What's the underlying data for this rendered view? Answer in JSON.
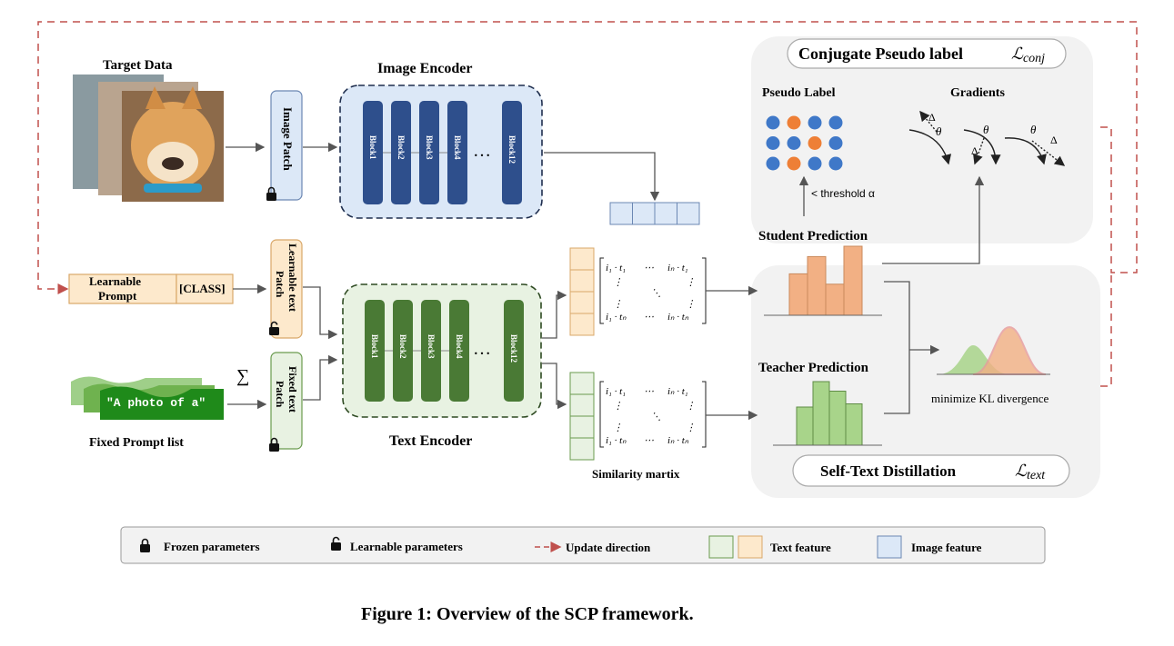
{
  "target_data": {
    "title": "Target Data"
  },
  "image_patch": {
    "label": "Image Patch"
  },
  "image_encoder": {
    "title": "Image Encoder",
    "blocks": [
      "Block1",
      "Block2",
      "Block3",
      "Block4",
      "Block12"
    ],
    "ellipsis": "…"
  },
  "prompt": {
    "learnable": "Learnable Prompt",
    "class_token": "[CLASS]"
  },
  "learnable_text_patch": {
    "label": "Learnable text Patch"
  },
  "fixed_prompt": {
    "text": "\"A photo of a\"",
    "caption": "Fixed Prompt list",
    "sum_symbol": "∑"
  },
  "fixed_text_patch": {
    "label": "Fixed text Patch"
  },
  "text_encoder": {
    "title": "Text Encoder",
    "blocks": [
      "Block1",
      "Block2",
      "Block3",
      "Block4",
      "Block12"
    ],
    "ellipsis": "…"
  },
  "similarity_matrix": {
    "caption": "Similarity martix"
  },
  "conjugate": {
    "title": "Conjugate Pseudo label",
    "loss": "ℒconj",
    "pseudo_label": "Pseudo Label",
    "gradients": "Gradients",
    "threshold": "< threshold α",
    "theta": "θ",
    "delta": "Δ",
    "dot_rows": [
      [
        "blue",
        "orange",
        "blue",
        "blue"
      ],
      [
        "blue",
        "blue",
        "orange",
        "blue"
      ],
      [
        "blue",
        "orange",
        "blue",
        "blue"
      ]
    ]
  },
  "student": {
    "title": "Student Prediction",
    "bars": [
      0.6,
      0.85,
      0.45,
      1.0
    ]
  },
  "teacher": {
    "title": "Teacher Prediction",
    "bars": [
      0.6,
      1.0,
      0.85,
      0.65
    ]
  },
  "distill": {
    "title": "Self-Text Distillation",
    "loss": "ℒtext",
    "kl_caption": "minimize KL divergence"
  },
  "legend": {
    "frozen": "Frozen parameters",
    "learnable": "Learnable parameters",
    "update": "Update direction",
    "text_feature": "Text feature",
    "image_feature": "Image feature"
  },
  "caption": "Figure 1: Overview of the SCP framework.",
  "colors": {
    "blue_block": "#2e4f8c",
    "blue_fill": "#dce8f7",
    "green_block": "#4a7a35",
    "green_fill": "#e8f2e2",
    "orange_fill": "#fde9cc",
    "orange_bar": "#f2b084",
    "green_bar": "#a8d48a",
    "dot_blue": "#3f78c8",
    "dot_orange": "#ee7f36",
    "red_dash": "#c0504d"
  }
}
